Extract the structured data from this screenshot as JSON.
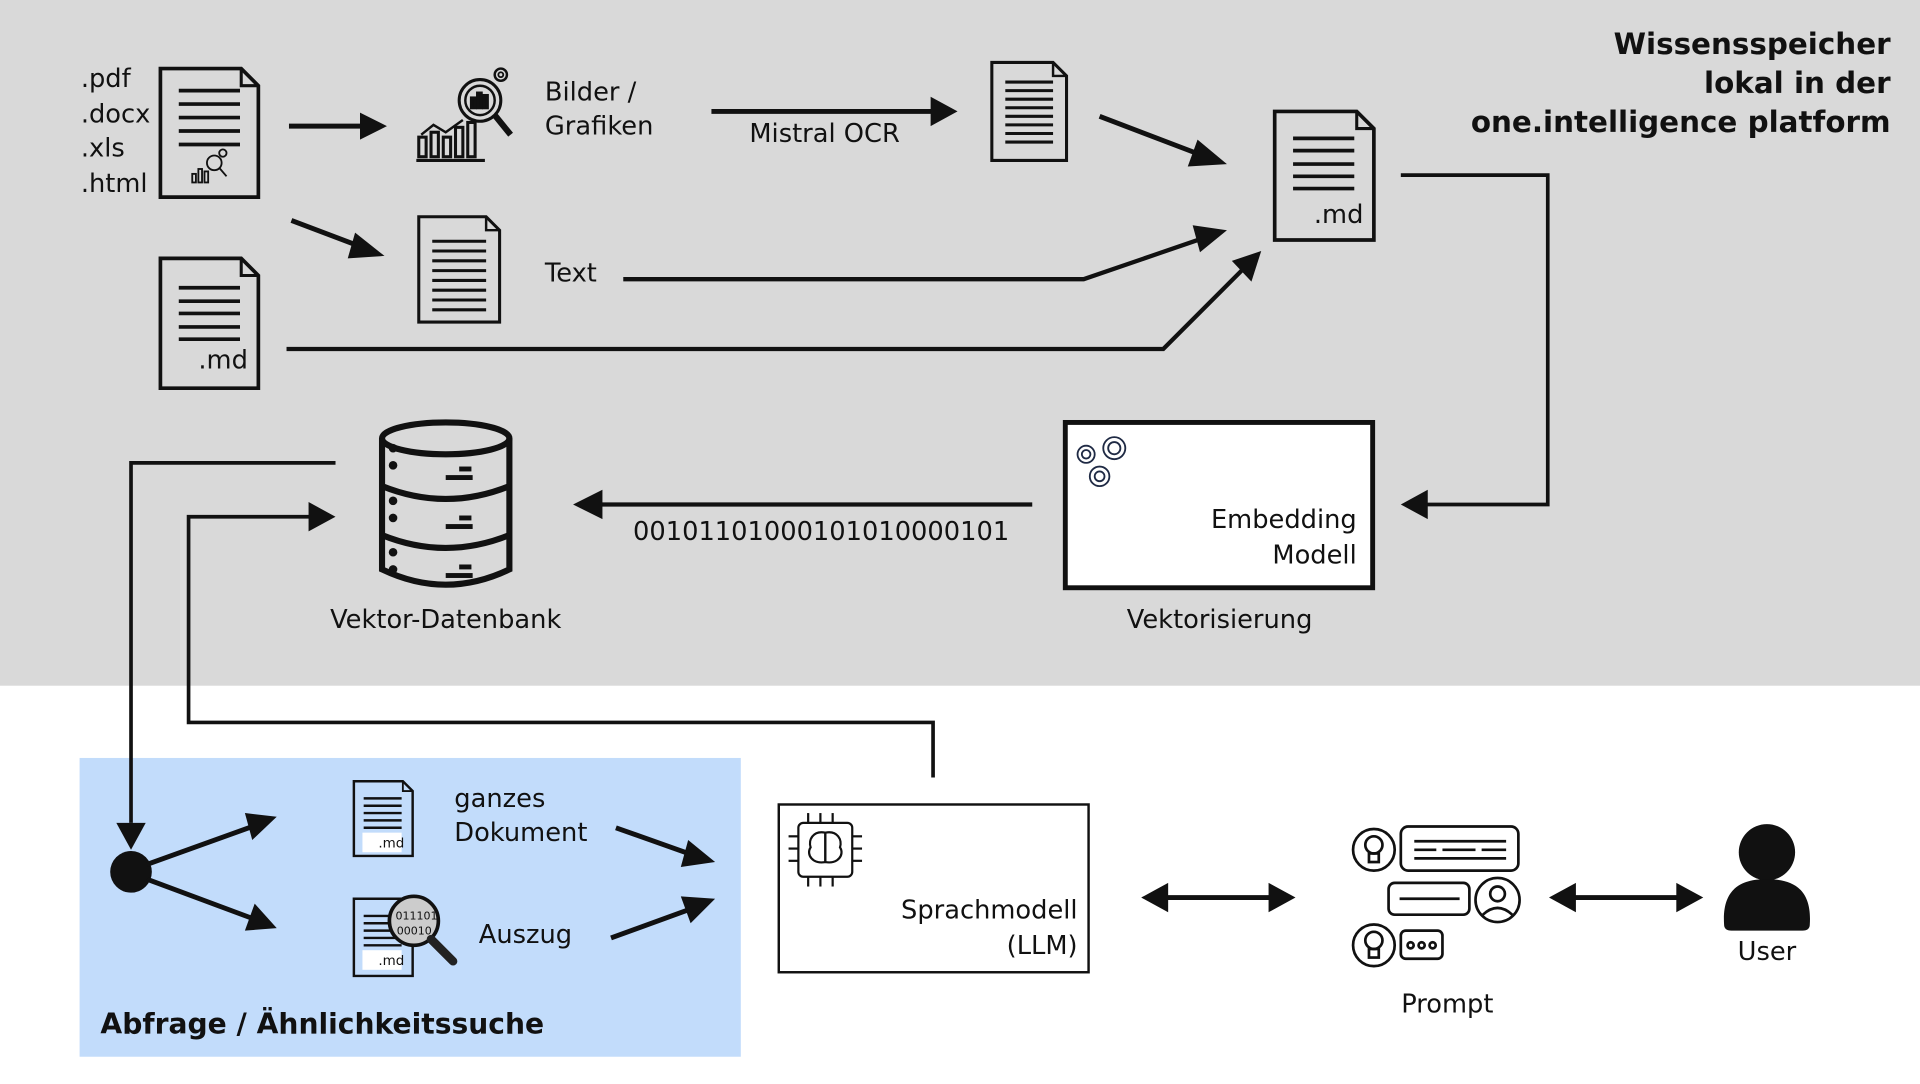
{
  "colors": {
    "storage_bg": "#d9d9d9",
    "query_bg": "#c2dcfb",
    "stroke": "#111111",
    "gear_stroke": "#1f2a44",
    "page_bg": "#ffffff"
  },
  "storage": {
    "title_lines": [
      "Wissensspeicher",
      "lokal in der",
      "one.intelligence platform"
    ]
  },
  "inputs": {
    "formats": [
      ".pdf",
      ".docx",
      ".xls",
      ".html"
    ],
    "md_label": ".md"
  },
  "images_branch": {
    "label_lines": [
      "Bilder /",
      "Grafiken"
    ],
    "ocr_label": "Mistral OCR",
    "icon": "chart-magnifier-icon"
  },
  "text_branch": {
    "label": "Text"
  },
  "merged_doc": {
    "label": ".md"
  },
  "embedding": {
    "label_lines": [
      "Embedding",
      "Modell"
    ],
    "caption": "Vektorisierung",
    "icon": "gears-icon"
  },
  "vector": {
    "binary": "00101101000101010000101",
    "db_label": "Vektor-Datenbank",
    "icon": "database-icon"
  },
  "query": {
    "title": "Abfrage / Ähnlichkeitssuche",
    "whole_doc_lines": [
      "ganzes",
      "Dokument"
    ],
    "excerpt_label": "Auszug",
    "md_label": ".md",
    "binary_lines": [
      "011101",
      "00010"
    ]
  },
  "llm": {
    "label_lines": [
      "Sprachmodell",
      "(LLM)"
    ],
    "icon": "ai-brain-chip-icon"
  },
  "prompt": {
    "label": "Prompt",
    "icon": "chat-prompt-icon"
  },
  "user": {
    "label": "User",
    "icon": "user-icon"
  }
}
